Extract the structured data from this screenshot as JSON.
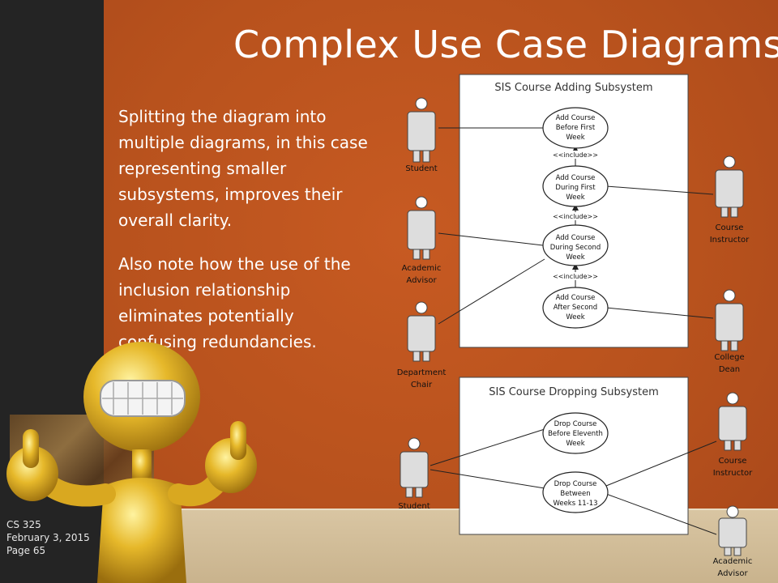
{
  "title": "Complex Use Case Diagrams",
  "paragraphs": [
    "Splitting the diagram into multiple diagrams, in this case representing smaller subsystems, improves their overall clarity.",
    "Also note how the use of the inclusion relationship eliminates potentially confusing redundancies."
  ],
  "footer": {
    "course": "CS 325",
    "date": "February 3, 2015",
    "page": "Page 65"
  },
  "diagram1": {
    "system_name": "SIS Course Adding Subsystem",
    "use_cases": [
      [
        "Add Course",
        "Before First",
        "Week"
      ],
      [
        "Add Course",
        "During First",
        "Week"
      ],
      [
        "Add Course",
        "During Second",
        "Week"
      ],
      [
        "Add Course",
        "After Second",
        "Week"
      ]
    ],
    "include_label": "<<include>>",
    "actors": [
      [
        "Student"
      ],
      [
        "Academic",
        "Advisor"
      ],
      [
        "Department",
        "Chair"
      ],
      [
        "Course",
        "Instructor"
      ],
      [
        "College",
        "Dean"
      ]
    ]
  },
  "diagram2": {
    "system_name": "SIS Course Dropping Subsystem",
    "use_cases": [
      [
        "Drop Course",
        "Before Eleventh",
        "Week"
      ],
      [
        "Drop Course",
        "Between",
        "Weeks 11-13"
      ]
    ],
    "actors": [
      [
        "Student"
      ],
      [
        "Course",
        "Instructor"
      ],
      [
        "Academic",
        "Advisor"
      ]
    ]
  },
  "colors": {
    "slide_bg": "#b8521d",
    "sidebar": "#242424",
    "mascot_gold": "#e0b020"
  }
}
